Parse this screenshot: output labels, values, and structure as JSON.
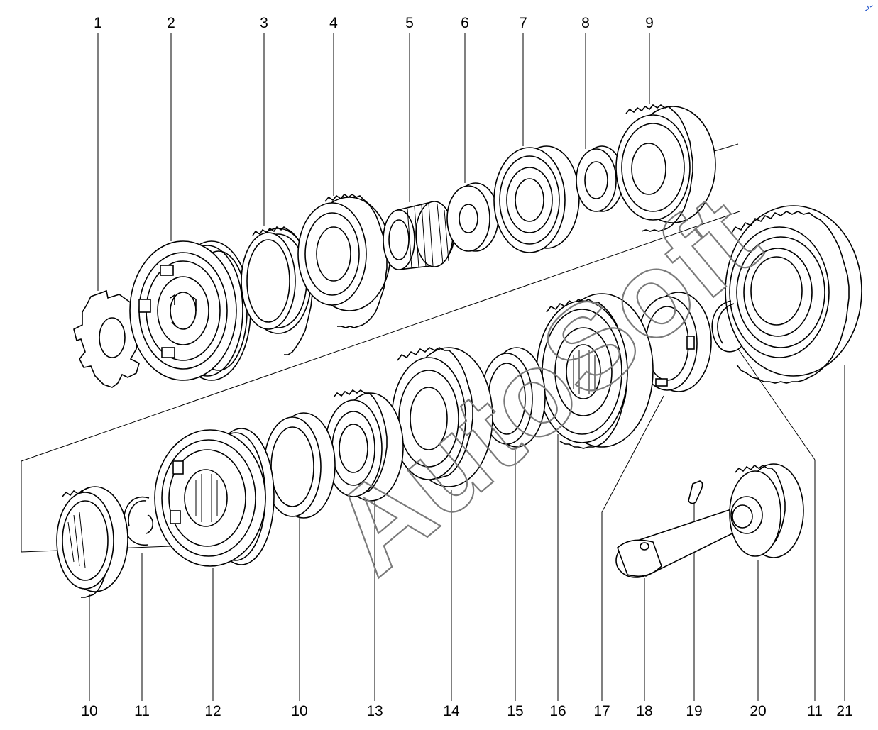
{
  "diagram": {
    "watermark": "AutoSoft",
    "callouts_top": [
      "1",
      "2",
      "3",
      "4",
      "5",
      "6",
      "7",
      "8",
      "9"
    ],
    "callouts_bottom": [
      "10",
      "11",
      "12",
      "10",
      "13",
      "14",
      "15",
      "16",
      "17",
      "18",
      "19",
      "20",
      "11",
      "21"
    ]
  }
}
